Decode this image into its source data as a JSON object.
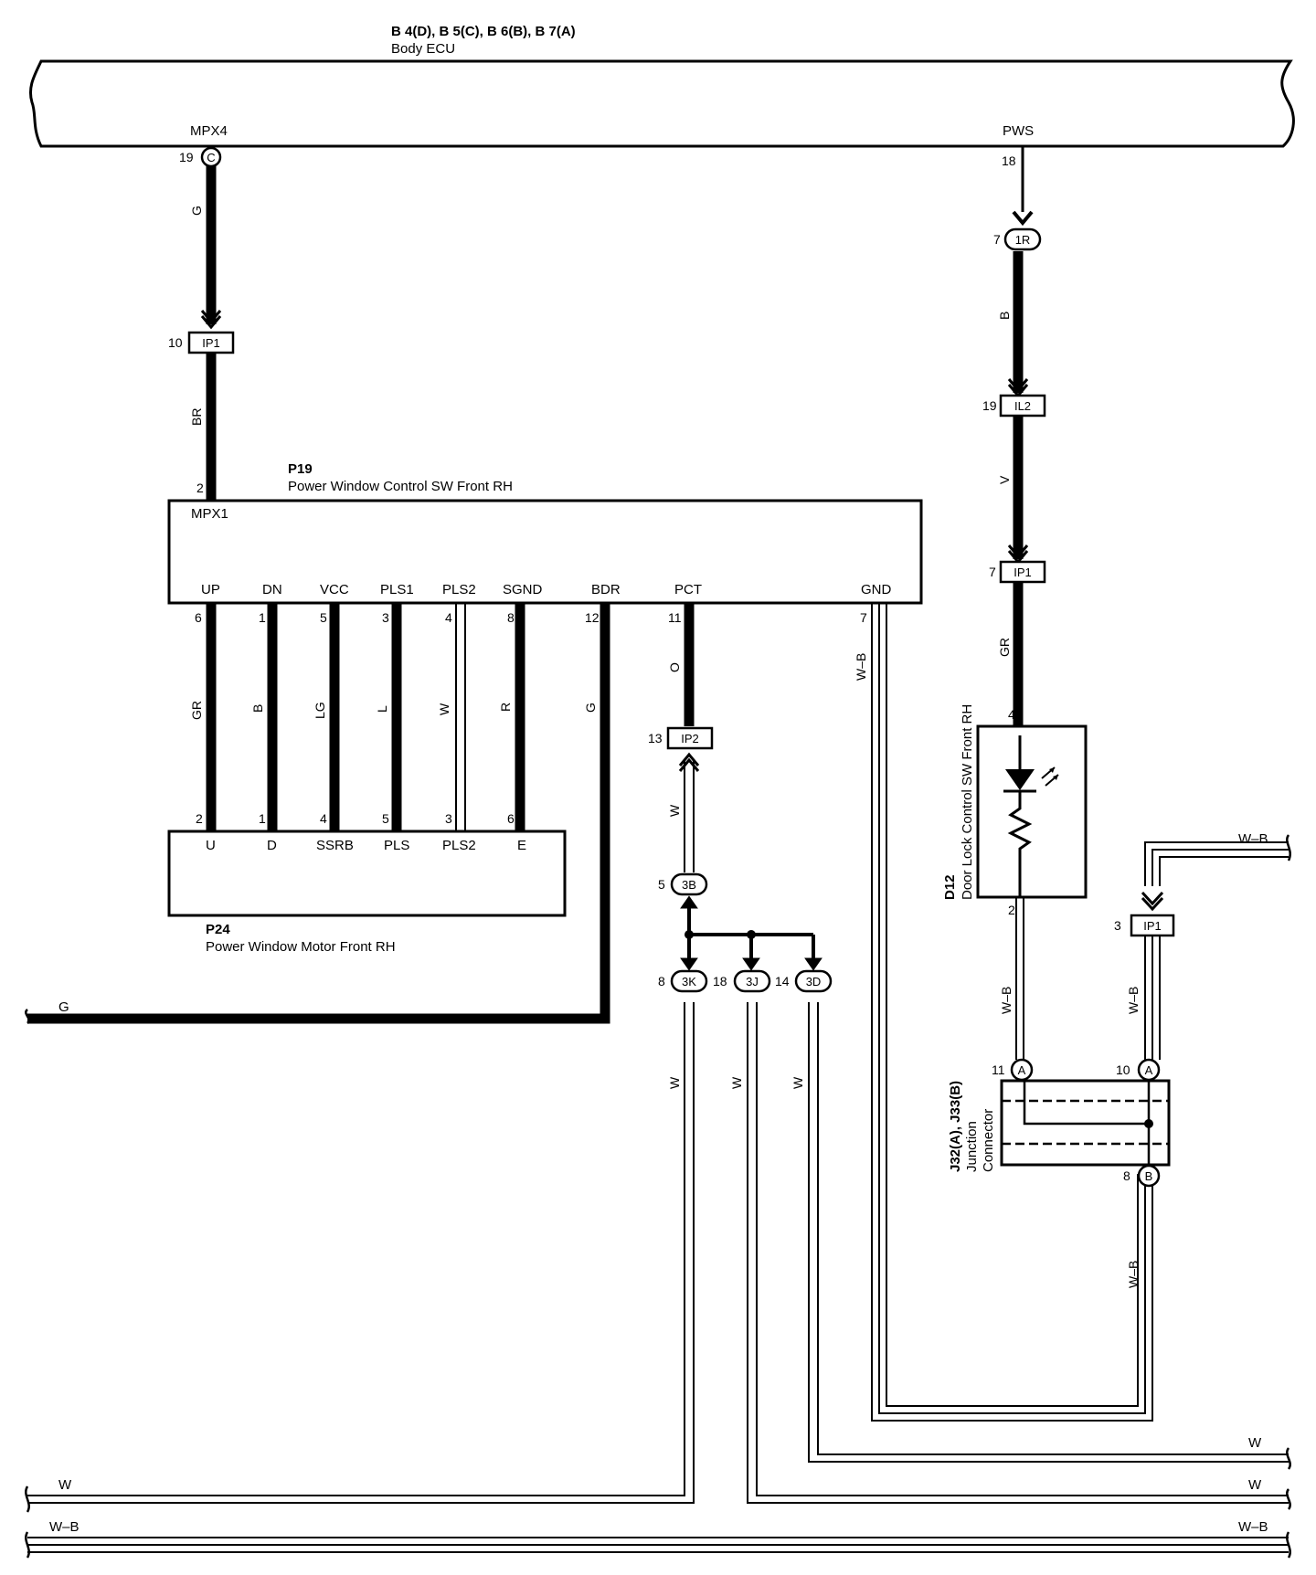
{
  "ecu": {
    "connectors_label": "B 4(D), B 5(C), B 6(B), B 7(A)",
    "name": "Body ECU",
    "terminals": {
      "mpx4": "MPX4",
      "pws": "PWS"
    },
    "pins": {
      "mpx4_pin": "19",
      "mpx4_conn": "C",
      "pws_pin": "18"
    }
  },
  "connectors": {
    "ip1_a": {
      "pin": "10",
      "id": "IP1"
    },
    "r1": {
      "pin": "7",
      "id": "1R"
    },
    "il2": {
      "pin": "19",
      "id": "IL2"
    },
    "ip1_b": {
      "pin": "7",
      "id": "IP1"
    },
    "ip2": {
      "pin": "13",
      "id": "IP2"
    },
    "b3": {
      "pin": "5",
      "id": "3B"
    },
    "k3": {
      "pin": "8",
      "id": "3K"
    },
    "j3": {
      "pin": "18",
      "id": "3J"
    },
    "d3": {
      "pin": "14",
      "id": "3D"
    },
    "ip1_c": {
      "pin": "3",
      "id": "IP1"
    },
    "ja1": {
      "pin": "11",
      "id": "A"
    },
    "ja2": {
      "pin": "10",
      "id": "A"
    },
    "jb": {
      "pin": "8",
      "id": "B"
    }
  },
  "p19": {
    "code": "P19",
    "name": "Power Window Control SW Front RH",
    "top_terminal": "MPX1",
    "top_pin": "2",
    "terminals": [
      "UP",
      "DN",
      "VCC",
      "PLS1",
      "PLS2",
      "SGND",
      "BDR",
      "PCT",
      "GND"
    ],
    "pins": [
      "6",
      "1",
      "5",
      "3",
      "4",
      "8",
      "12",
      "11",
      "7"
    ]
  },
  "p24": {
    "code": "P24",
    "name": "Power Window Motor Front RH",
    "terminals": [
      "U",
      "D",
      "SSRB",
      "PLS",
      "PLS2",
      "E"
    ],
    "pins": [
      "2",
      "1",
      "4",
      "5",
      "3",
      "6"
    ]
  },
  "d12": {
    "code": "D12",
    "name": "Door Lock Control SW Front RH",
    "pin_top": "4",
    "pin_bottom": "2"
  },
  "junction": {
    "codes": "J32(A), J33(B)",
    "line1": "Junction",
    "line2": "Connector"
  },
  "wire_colors": {
    "mpx4": "G",
    "ip1_p19": "BR",
    "pws": "B",
    "il2": "V",
    "ip1_d12": "GR",
    "up": "GR",
    "dn": "B",
    "vcc": "LG",
    "pls1": "L",
    "pls2": "W",
    "sgnd": "R",
    "bdr": "G",
    "pct": "O",
    "gnd": "W–B",
    "ip2": "W",
    "k3": "W",
    "j3": "W",
    "d3": "W",
    "d12_j": "W–B",
    "ip1_j": "W–B",
    "j_b": "W–B",
    "right_top": "W–B",
    "bdr_left": "G",
    "bus_w_right_1": "W",
    "bus_w_right_2": "W",
    "bus_w_left": "W",
    "bus_wb_left": "W–B",
    "bus_wb_right": "W–B"
  }
}
